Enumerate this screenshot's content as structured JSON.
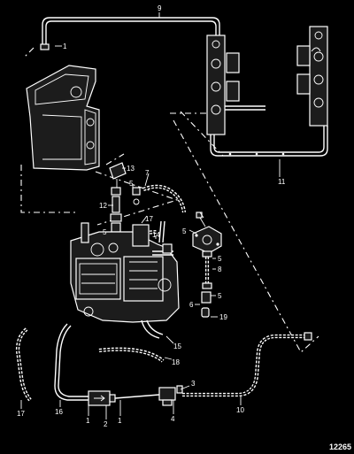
{
  "diagram": {
    "callouts": {
      "c1a": "1",
      "c1b": "1",
      "c1c": "1",
      "c2": "2",
      "c3": "3",
      "c4": "4",
      "c5a": "5",
      "c5b": "5",
      "c5c": "5",
      "c6": "6",
      "c7": "7",
      "c8": "8",
      "c9": "9",
      "c10": "10",
      "c11": "11",
      "c12": "12",
      "c13": "13",
      "c14": "14",
      "c15": "15",
      "c16": "16",
      "c17a": "17",
      "c17b": "17",
      "c18": "18",
      "c19": "19"
    },
    "reference_number": "12265"
  }
}
